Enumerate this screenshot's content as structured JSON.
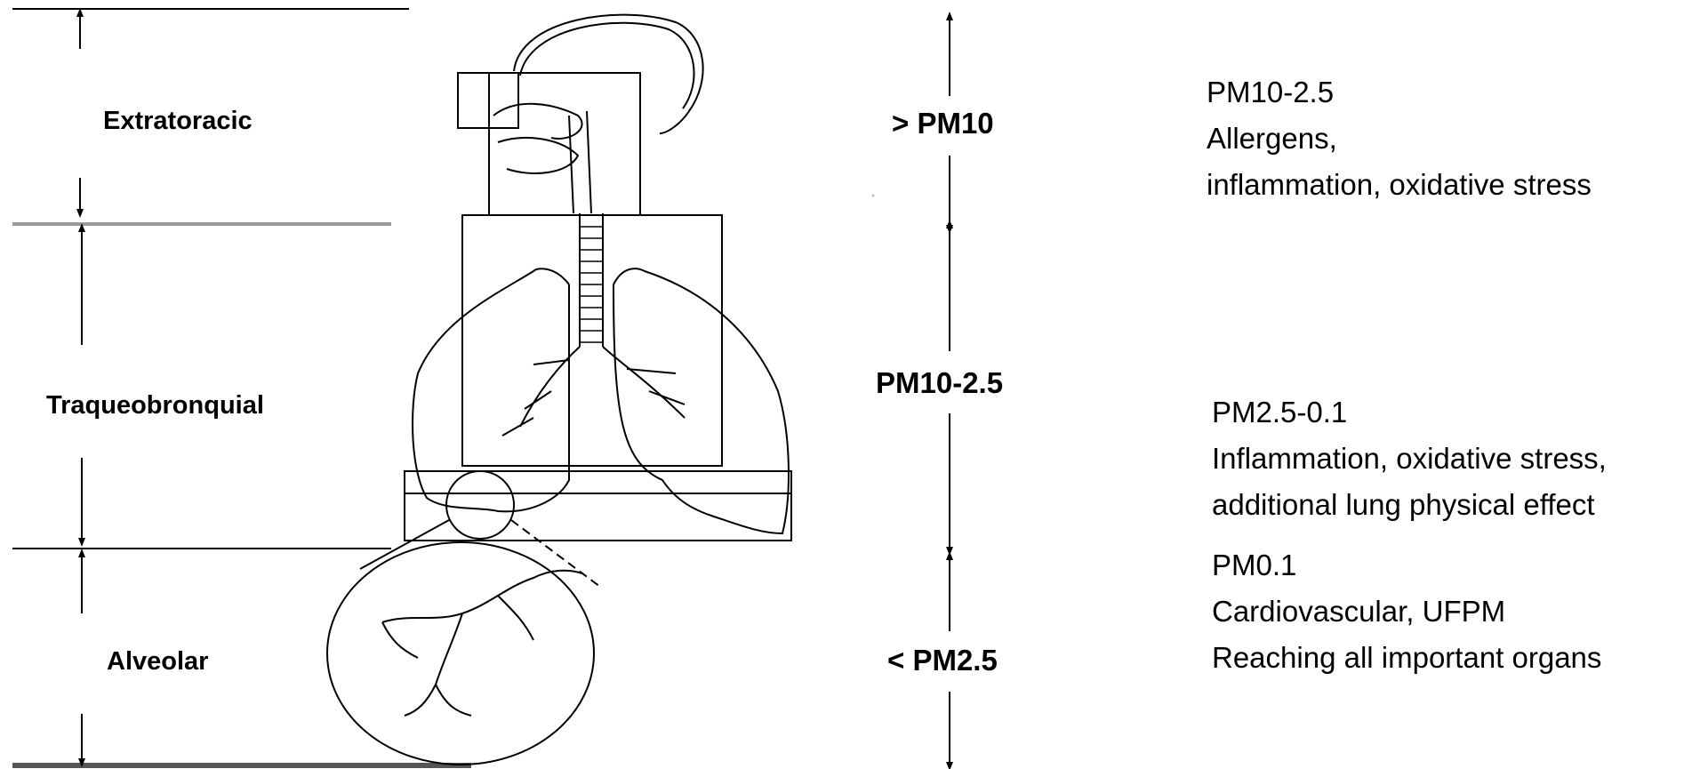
{
  "regions": [
    {
      "label": "Extratoracic"
    },
    {
      "label": "Traqueobronquial"
    },
    {
      "label": "Alveolar"
    }
  ],
  "size_classes": [
    {
      "label": "> PM10"
    },
    {
      "label": "PM10-2.5"
    },
    {
      "label": "< PM2.5"
    }
  ],
  "effects": [
    {
      "fraction": "PM10-2.5",
      "lines": [
        "Allergens,",
        "inflammation, oxidative stress"
      ]
    },
    {
      "fraction": "PM2.5-0.1",
      "lines": [
        "Inflammation, oxidative stress,",
        "additional lung physical effect"
      ]
    },
    {
      "fraction": "PM0.1",
      "lines": [
        "Cardiovascular, UFPM",
        "Reaching all important organs"
      ]
    }
  ]
}
